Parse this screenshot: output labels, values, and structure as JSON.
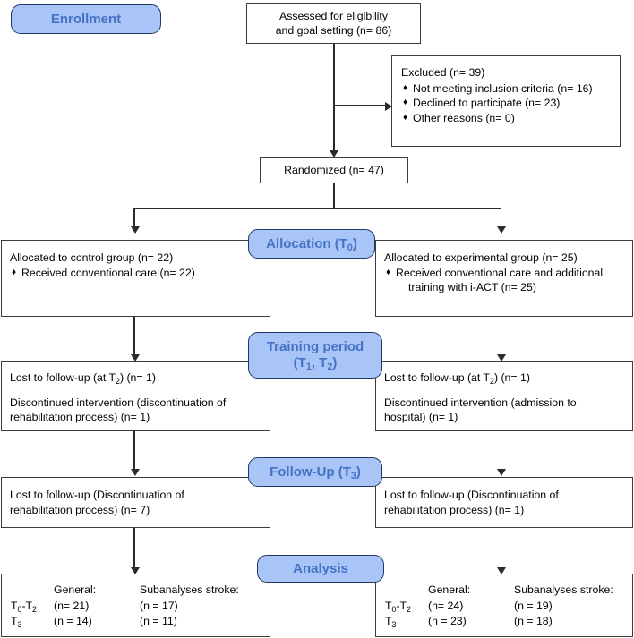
{
  "diagram": {
    "title": "CONSORT participant flow diagram",
    "accent_blue": "#a9c5f7",
    "accent_border": "#1f3864",
    "accent_text": "#4472c4",
    "box_border": "#3b3b3b"
  },
  "stages": {
    "enrollment": "Enrollment",
    "allocation": "Allocation (T",
    "allocation_sub": "0",
    "allocation_close": ")",
    "training_line1": "Training period",
    "training_line2_a": "(T",
    "training_sub1": "1",
    "training_line2_b": ", T",
    "training_sub2": "2",
    "training_line2_c": ")",
    "followup": "Follow-Up (T",
    "followup_sub": "3",
    "followup_close": ")",
    "analysis": "Analysis"
  },
  "assessed": {
    "line1": "Assessed for eligibility",
    "line2": "and goal setting (n= 86)"
  },
  "excluded": {
    "heading": "Excluded  (n=  39)",
    "bullet_glyph": "♦",
    "items": [
      "Not meeting inclusion criteria (n=  16)",
      "Declined to participate (n= 23)",
      "Other reasons (n= 0)"
    ]
  },
  "randomized": {
    "label": "Randomized (n= 47)"
  },
  "allocation_control": {
    "heading": "Allocated to control group (n= 22)",
    "bullet_glyph": "♦",
    "items": [
      "Received conventional care (n= 22)"
    ]
  },
  "allocation_experimental": {
    "heading": "Allocated to experimental group (n= 25)",
    "bullet_glyph": "♦",
    "item_line1": "Received conventional care and additional",
    "item_line2": "training with i-ACT (n= 25)"
  },
  "training_control": {
    "lost_a": "Lost to follow-up (at T",
    "lost_sub": "2",
    "lost_b": ") (n= 1)",
    "disc_line1": "Discontinued intervention (discontinuation of",
    "disc_line2": "rehabilitation process) (n= 1)"
  },
  "training_experimental": {
    "lost_a": "Lost to follow-up (at T",
    "lost_sub": "2",
    "lost_b": ") (n= 1)",
    "disc_line1": "Discontinued intervention (admission to",
    "disc_line2": "hospital) (n= 1)"
  },
  "followup_control": {
    "line1": "Lost to follow-up (Discontinuation of",
    "line2": "rehabilitation process) (n= 7)"
  },
  "followup_experimental": {
    "line1": "Lost to follow-up (Discontinuation of",
    "line2": "rehabilitation process) (n= 1)"
  },
  "analysis_control": {
    "col_header_general": "General:",
    "col_header_sub": "Subanalyses stroke:",
    "row1_label_a": "T",
    "row1_label_sub1": "0",
    "row1_label_b": "-T",
    "row1_label_sub2": "2",
    "row1_general": "(n= 21)",
    "row1_sub": "(n = 17)",
    "row2_label_a": "T",
    "row2_label_sub": "3",
    "row2_general": "(n = 14)",
    "row2_sub": "(n = 11)"
  },
  "analysis_experimental": {
    "col_header_general": "General:",
    "col_header_sub": "Subanalyses stroke:",
    "row1_label_a": "T",
    "row1_label_sub1": "0",
    "row1_label_b": "-T",
    "row1_label_sub2": "2",
    "row1_general": "(n= 24)",
    "row1_sub": "(n = 19)",
    "row2_label_a": "T",
    "row2_label_sub": "3",
    "row2_general": "(n = 23)",
    "row2_sub": "(n = 18)"
  }
}
